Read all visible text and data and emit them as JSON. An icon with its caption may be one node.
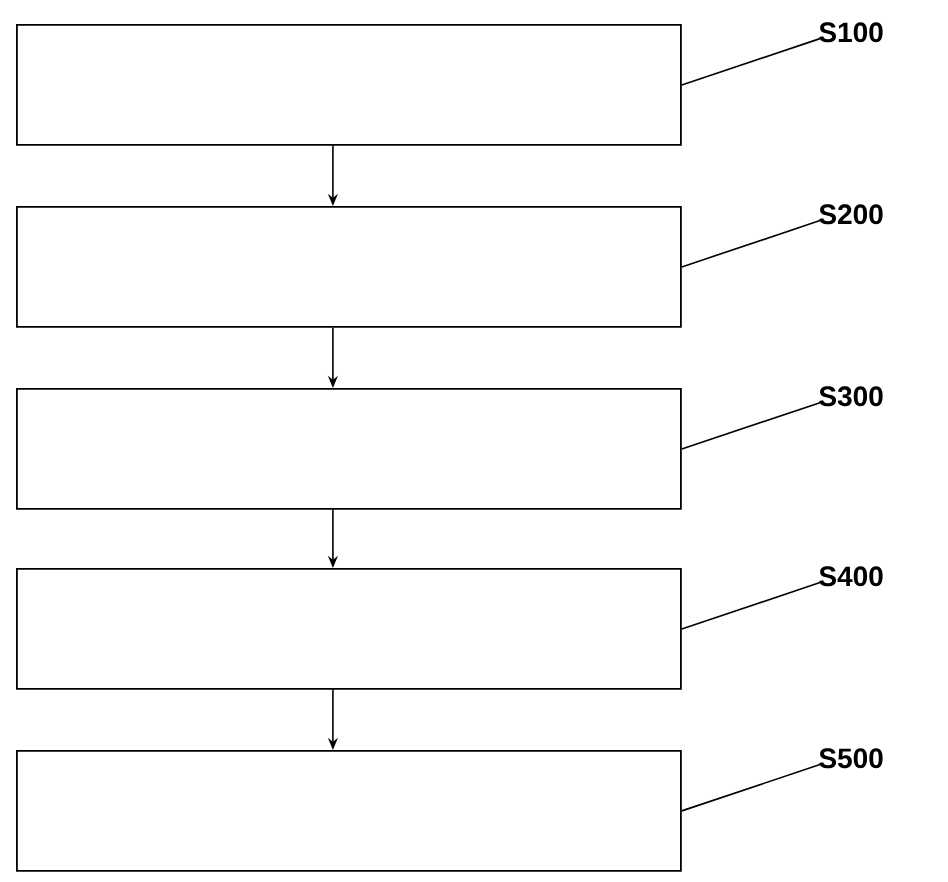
{
  "diagram": {
    "nodes": [
      {
        "text": [],
        "shape": "box"
      },
      {
        "text": [
          "S100"
        ]
      },
      {
        "text": [],
        "shape": "box"
      },
      {
        "text": [
          "S200"
        ]
      },
      {
        "text": [],
        "shape": "box"
      },
      {
        "text": [
          "S300"
        ]
      },
      {
        "text": [],
        "shape": "box"
      },
      {
        "text": [
          "S400"
        ]
      },
      {
        "text": [],
        "shape": "box"
      },
      {
        "text": [
          "S500"
        ]
      }
    ],
    "edges": [
      {
        "from": 0,
        "to": 2,
        "arrow": "to"
      },
      {
        "from": 2,
        "to": 4,
        "arrow": "to"
      },
      {
        "from": 4,
        "to": 6,
        "arrow": "to"
      },
      {
        "from": 6,
        "to": 8,
        "arrow": "to"
      },
      {
        "from": 1,
        "to": 0,
        "arrow": "none"
      },
      {
        "from": 3,
        "to": 2,
        "arrow": "none"
      },
      {
        "from": 5,
        "to": 4,
        "arrow": "none"
      },
      {
        "from": 7,
        "to": 6,
        "arrow": "none"
      },
      {
        "from": 9,
        "to": 8,
        "arrow": "none"
      }
    ]
  }
}
